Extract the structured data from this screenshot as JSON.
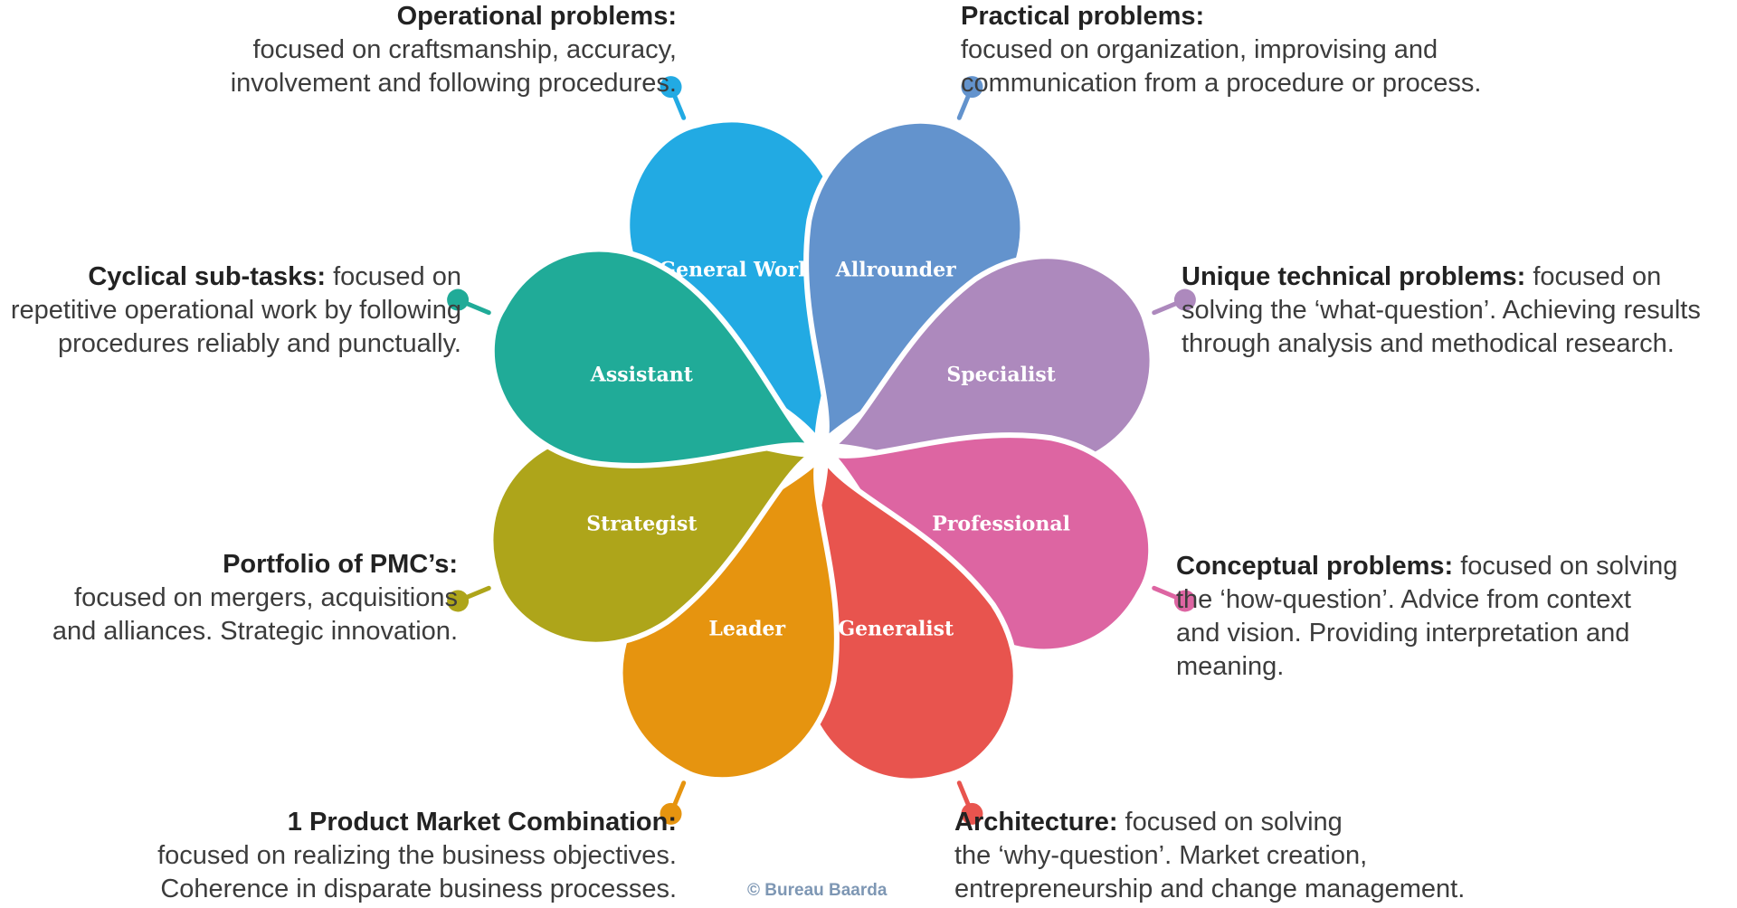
{
  "petals": [
    {
      "label": "General Worker",
      "color": "#22aae3"
    },
    {
      "label": "Allrounder",
      "color": "#6393cd"
    },
    {
      "label": "Specialist",
      "color": "#ad89bd"
    },
    {
      "label": "Professional",
      "color": "#dd65a2"
    },
    {
      "label": "Generalist",
      "color": "#e8544e"
    },
    {
      "label": "Leader",
      "color": "#e6940f"
    },
    {
      "label": "Strategist",
      "color": "#aea51a"
    },
    {
      "label": "Assistant",
      "color": "#20ab98"
    }
  ],
  "descriptions": {
    "operational": {
      "title": "Operational problems:",
      "line1": "focused on craftsmanship, accuracy,",
      "line2": "involvement and following procedures."
    },
    "practical": {
      "title": "Practical problems:",
      "line1": "focused on organization, improvising and",
      "line2": "communication from a procedure or process."
    },
    "unique": {
      "title": "Unique technical problems:",
      "text1": " focused on",
      "line2": "solving the ‘what-question’. Achieving results",
      "line3": "through analysis and methodical research."
    },
    "conceptual": {
      "title": "Conceptual problems:",
      "text1": " focused on solving",
      "line2": "the ‘how-question’. Advice from context",
      "line3": "and vision. Providing interpretation and meaning."
    },
    "architecture": {
      "title": "Architecture:",
      "text1": " focused on solving",
      "line2": "the ‘why-question’. Market creation,",
      "line3": "entrepreneurship and change management."
    },
    "pmc": {
      "title": "1 Product Market Combination:",
      "line1": "focused on realizing the business objectives.",
      "line2": "Coherence in disparate business processes."
    },
    "portfolio": {
      "title": "Portfolio of PMC’s:",
      "line1": "focused on mergers, acquisitions",
      "line2": "and alliances. Strategic innovation."
    },
    "cyclical": {
      "title": "Cyclical sub-tasks:",
      "text1": " focused on",
      "line2": "repetitive operational work by following",
      "line3": "procedures reliably and punctually."
    }
  },
  "credit": "© Bureau Baarda"
}
